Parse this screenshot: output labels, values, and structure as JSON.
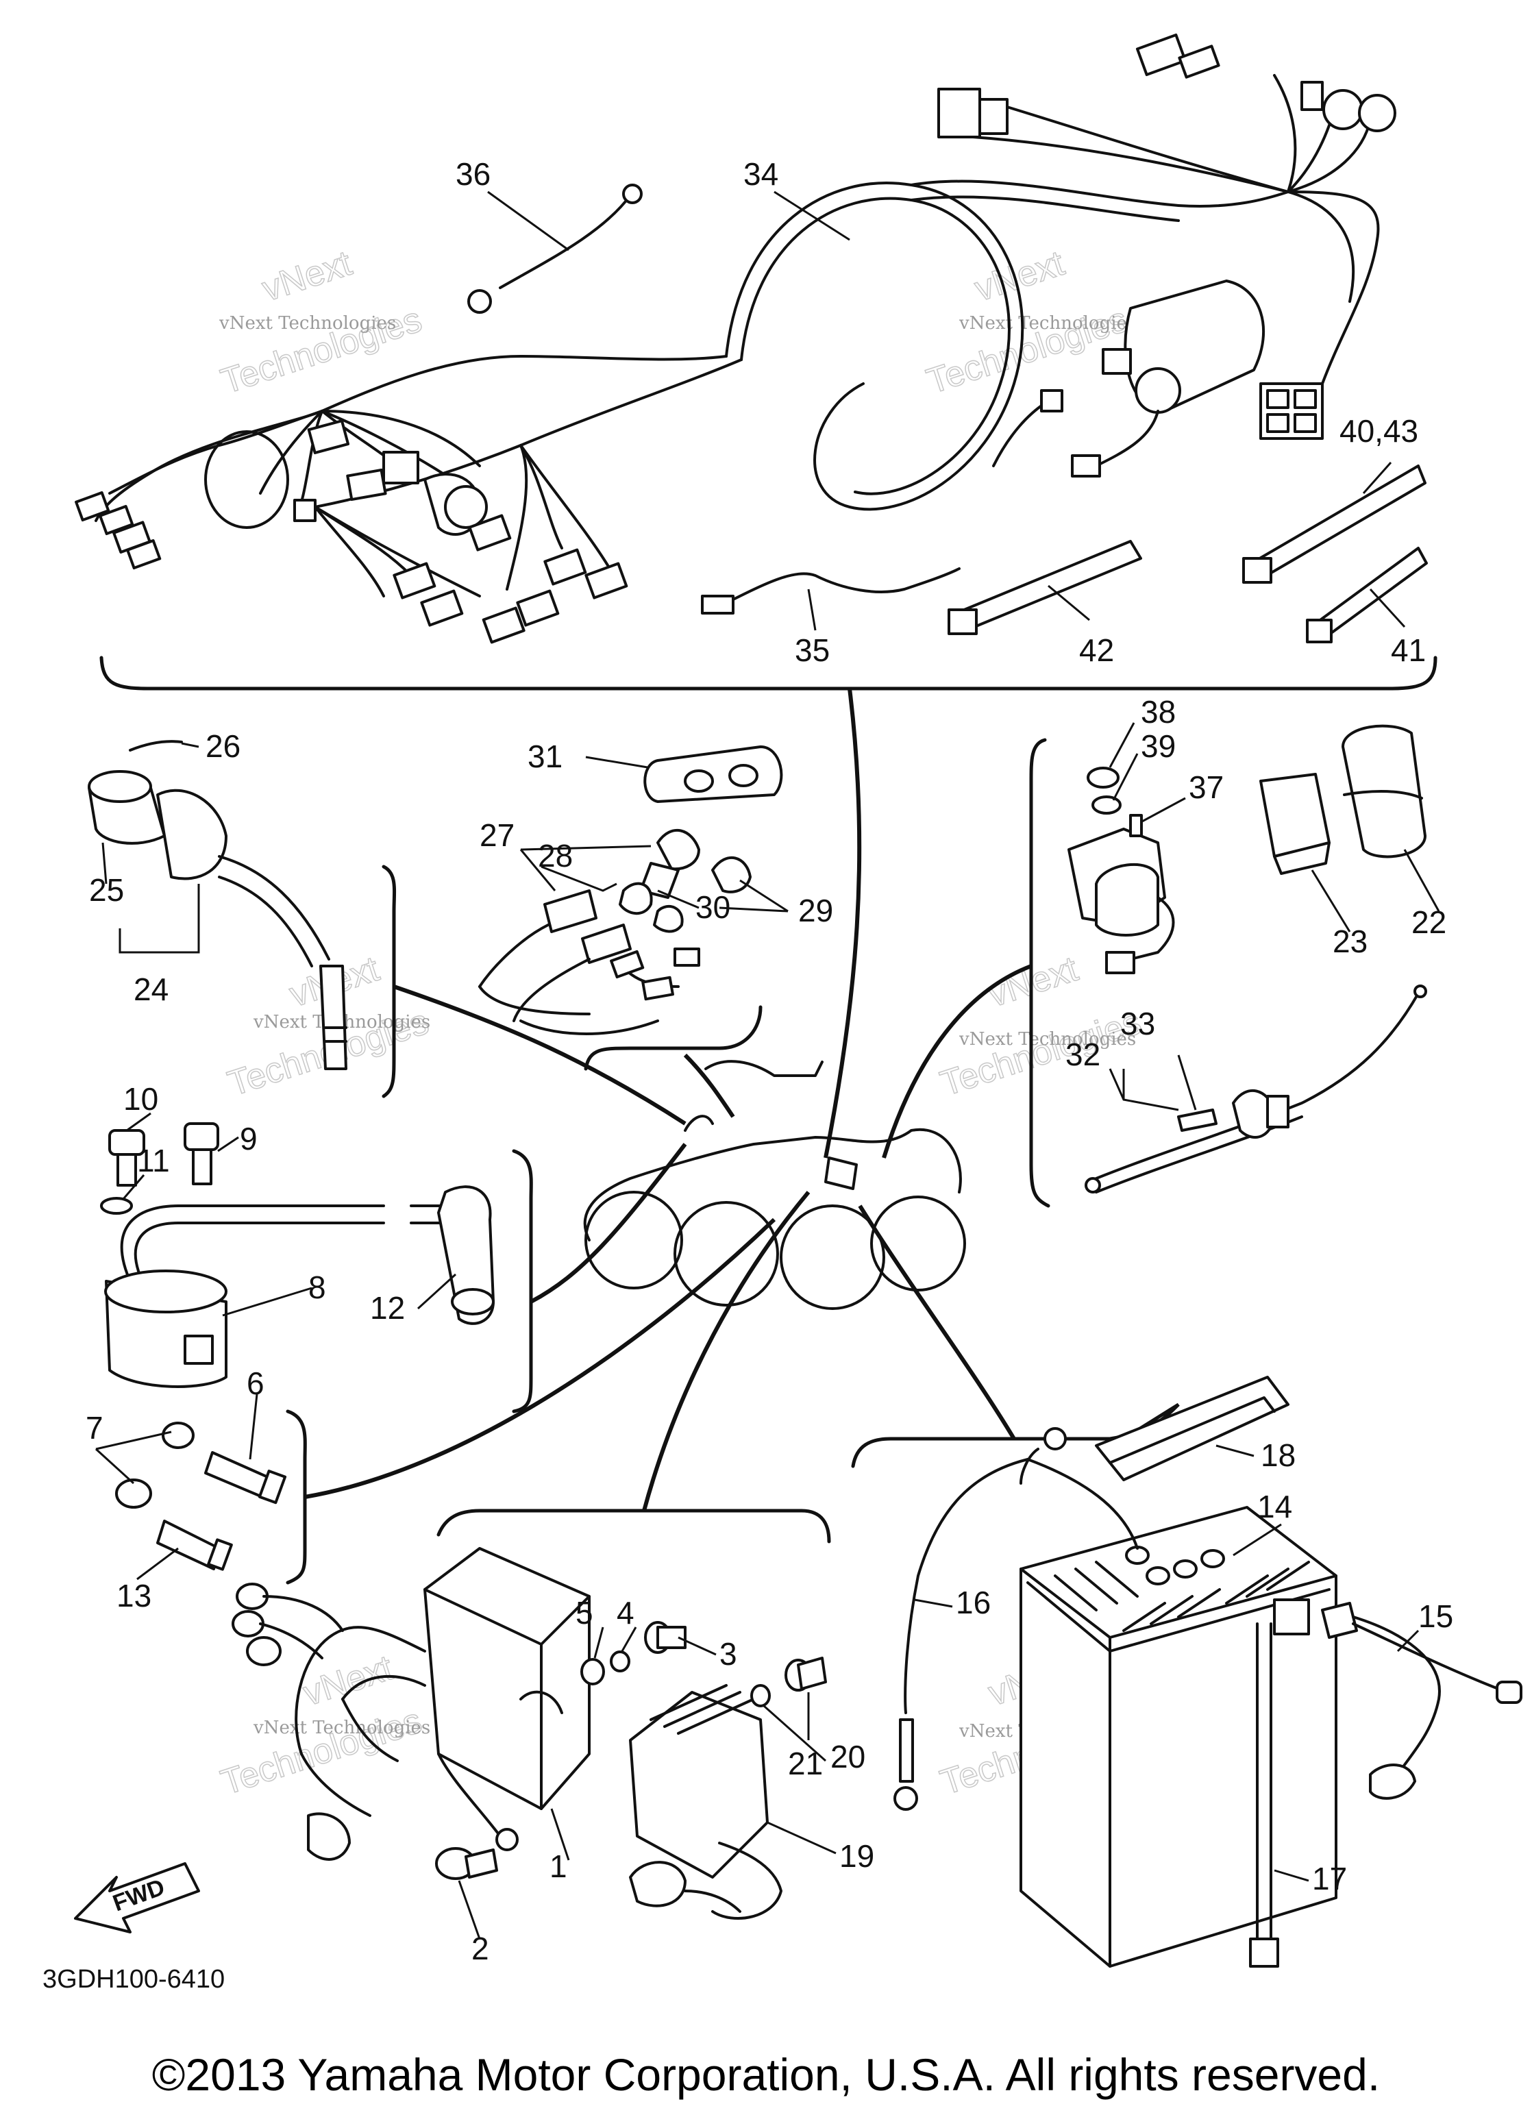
{
  "labels": [
    {
      "id": "1",
      "text": "1"
    },
    {
      "id": "2",
      "text": "2"
    },
    {
      "id": "3",
      "text": "3"
    },
    {
      "id": "4",
      "text": "4"
    },
    {
      "id": "5",
      "text": "5"
    },
    {
      "id": "6",
      "text": "6"
    },
    {
      "id": "7",
      "text": "7"
    },
    {
      "id": "8",
      "text": "8"
    },
    {
      "id": "9",
      "text": "9"
    },
    {
      "id": "10",
      "text": "10"
    },
    {
      "id": "11",
      "text": "11"
    },
    {
      "id": "12",
      "text": "12"
    },
    {
      "id": "13",
      "text": "13"
    },
    {
      "id": "14",
      "text": "14"
    },
    {
      "id": "15",
      "text": "15"
    },
    {
      "id": "16",
      "text": "16"
    },
    {
      "id": "17",
      "text": "17"
    },
    {
      "id": "18",
      "text": "18"
    },
    {
      "id": "19",
      "text": "19"
    },
    {
      "id": "20",
      "text": "20"
    },
    {
      "id": "21",
      "text": "21"
    },
    {
      "id": "22",
      "text": "22"
    },
    {
      "id": "23",
      "text": "23"
    },
    {
      "id": "24",
      "text": "24"
    },
    {
      "id": "25",
      "text": "25"
    },
    {
      "id": "26",
      "text": "26"
    },
    {
      "id": "27",
      "text": "27"
    },
    {
      "id": "28",
      "text": "28"
    },
    {
      "id": "29",
      "text": "29"
    },
    {
      "id": "30",
      "text": "30"
    },
    {
      "id": "31",
      "text": "31"
    },
    {
      "id": "32",
      "text": "32"
    },
    {
      "id": "33",
      "text": "33"
    },
    {
      "id": "34",
      "text": "34"
    },
    {
      "id": "35",
      "text": "35"
    },
    {
      "id": "36",
      "text": "36"
    },
    {
      "id": "37",
      "text": "37"
    },
    {
      "id": "38",
      "text": "38"
    },
    {
      "id": "39",
      "text": "39"
    },
    {
      "id": "40_43",
      "text": "40,43"
    },
    {
      "id": "41",
      "text": "41"
    },
    {
      "id": "42",
      "text": "42"
    }
  ],
  "watermark": {
    "line1": "vNext Technologies",
    "line2": "vNext",
    "line3": "Technologies"
  },
  "fwd_label": "FWD",
  "diagram_code": "3GDH100-6410",
  "copyright": "©2013 Yamaha Motor Corporation, U.S.A. All rights reserved."
}
